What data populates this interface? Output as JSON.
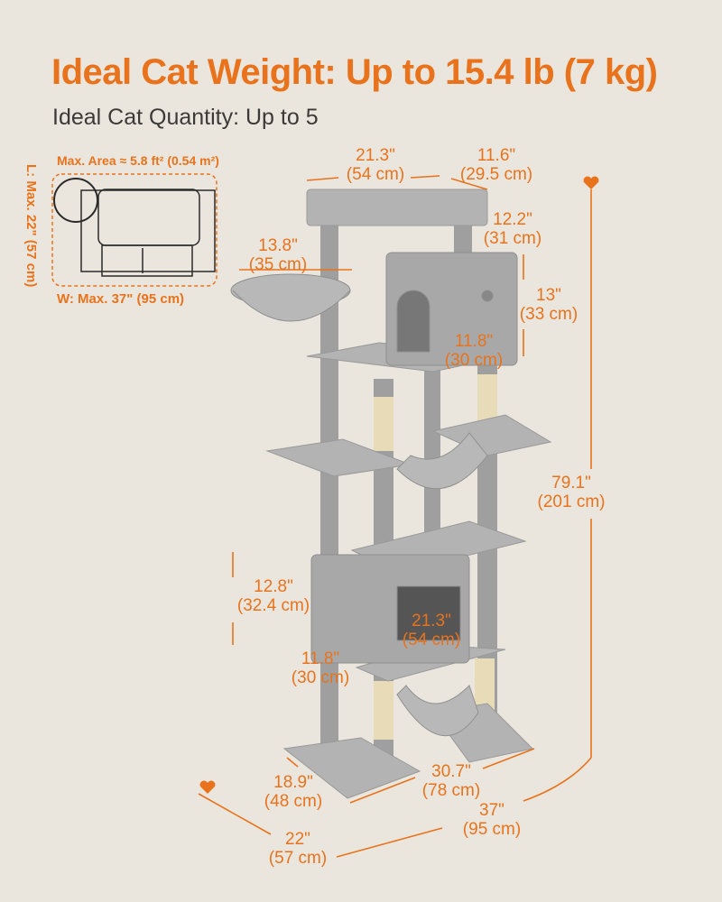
{
  "header": {
    "title": "Ideal Cat Weight: Up to 15.4 lb (7 kg)",
    "subtitle": "Ideal Cat Quantity: Up to 5"
  },
  "footprint": {
    "area": "Max. Area ≈  5.8 ft² (0.54 m²)",
    "length": "L: Max. 22\" (57 cm)",
    "width": "W: Max. 37\" (95 cm)"
  },
  "dimensions": [
    {
      "inch": "21.3\"",
      "cm": "(54 cm)"
    },
    {
      "inch": "11.6\"",
      "cm": "(29.5 cm)"
    },
    {
      "inch": "12.2\"",
      "cm": "(31 cm)"
    },
    {
      "inch": "13.8\"",
      "cm": "(35 cm)"
    },
    {
      "inch": "13\"",
      "cm": "(33 cm)"
    },
    {
      "inch": "11.8\"",
      "cm": "(30 cm)"
    },
    {
      "inch": "79.1\"",
      "cm": "(201 cm)"
    },
    {
      "inch": "12.8\"",
      "cm": "(32.4 cm)"
    },
    {
      "inch": "21.3\"",
      "cm": "(54 cm)"
    },
    {
      "inch": "11.8\"",
      "cm": "(30 cm)"
    },
    {
      "inch": "18.9\"",
      "cm": "(48 cm)"
    },
    {
      "inch": "30.7\"",
      "cm": "(78 cm)"
    },
    {
      "inch": "37\"",
      "cm": "(95 cm)"
    },
    {
      "inch": "22\"",
      "cm": "(57 cm)"
    }
  ],
  "colors": {
    "accent": "#e8731c",
    "background": "#ebe6dd",
    "plush": "#a9a9a9",
    "sisal": "#e8dcb8"
  }
}
